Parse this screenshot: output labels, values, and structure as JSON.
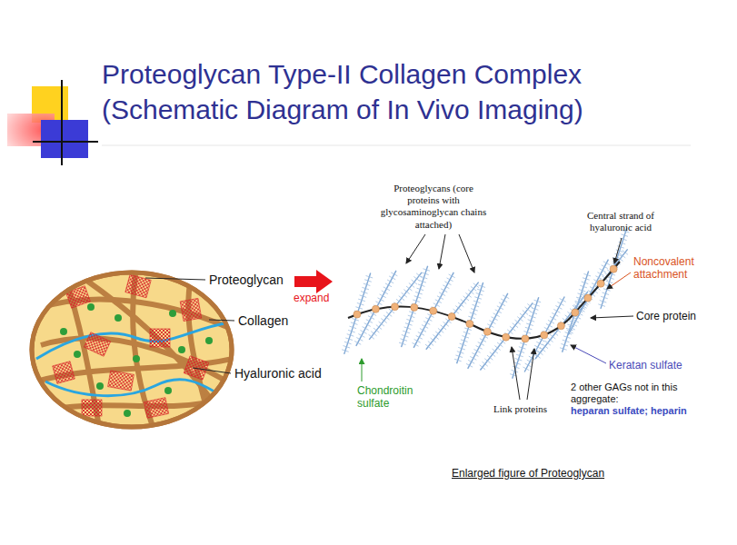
{
  "diagram": {
    "title": "Proteoglycan Type-II Collagen Complex (Schematic Diagram of In Vivo Imaging)",
    "caption": "Enlarged figure of Proteoglycan",
    "labels": [
      "Proteoglycan",
      "expand",
      "Collagen",
      "Hyaluronic acid",
      "Proteoglycans (core proteins with glycosaminoglycan chains attached)",
      "Central strand of hyaluronic acid",
      "Noncovalent attachment",
      "Core protein",
      "Keratan sulfate",
      "Chondroitin sulfate",
      "Link proteins",
      "2 other GAGs not in this aggregate:",
      "heparan sulfate; heparin"
    ]
  }
}
